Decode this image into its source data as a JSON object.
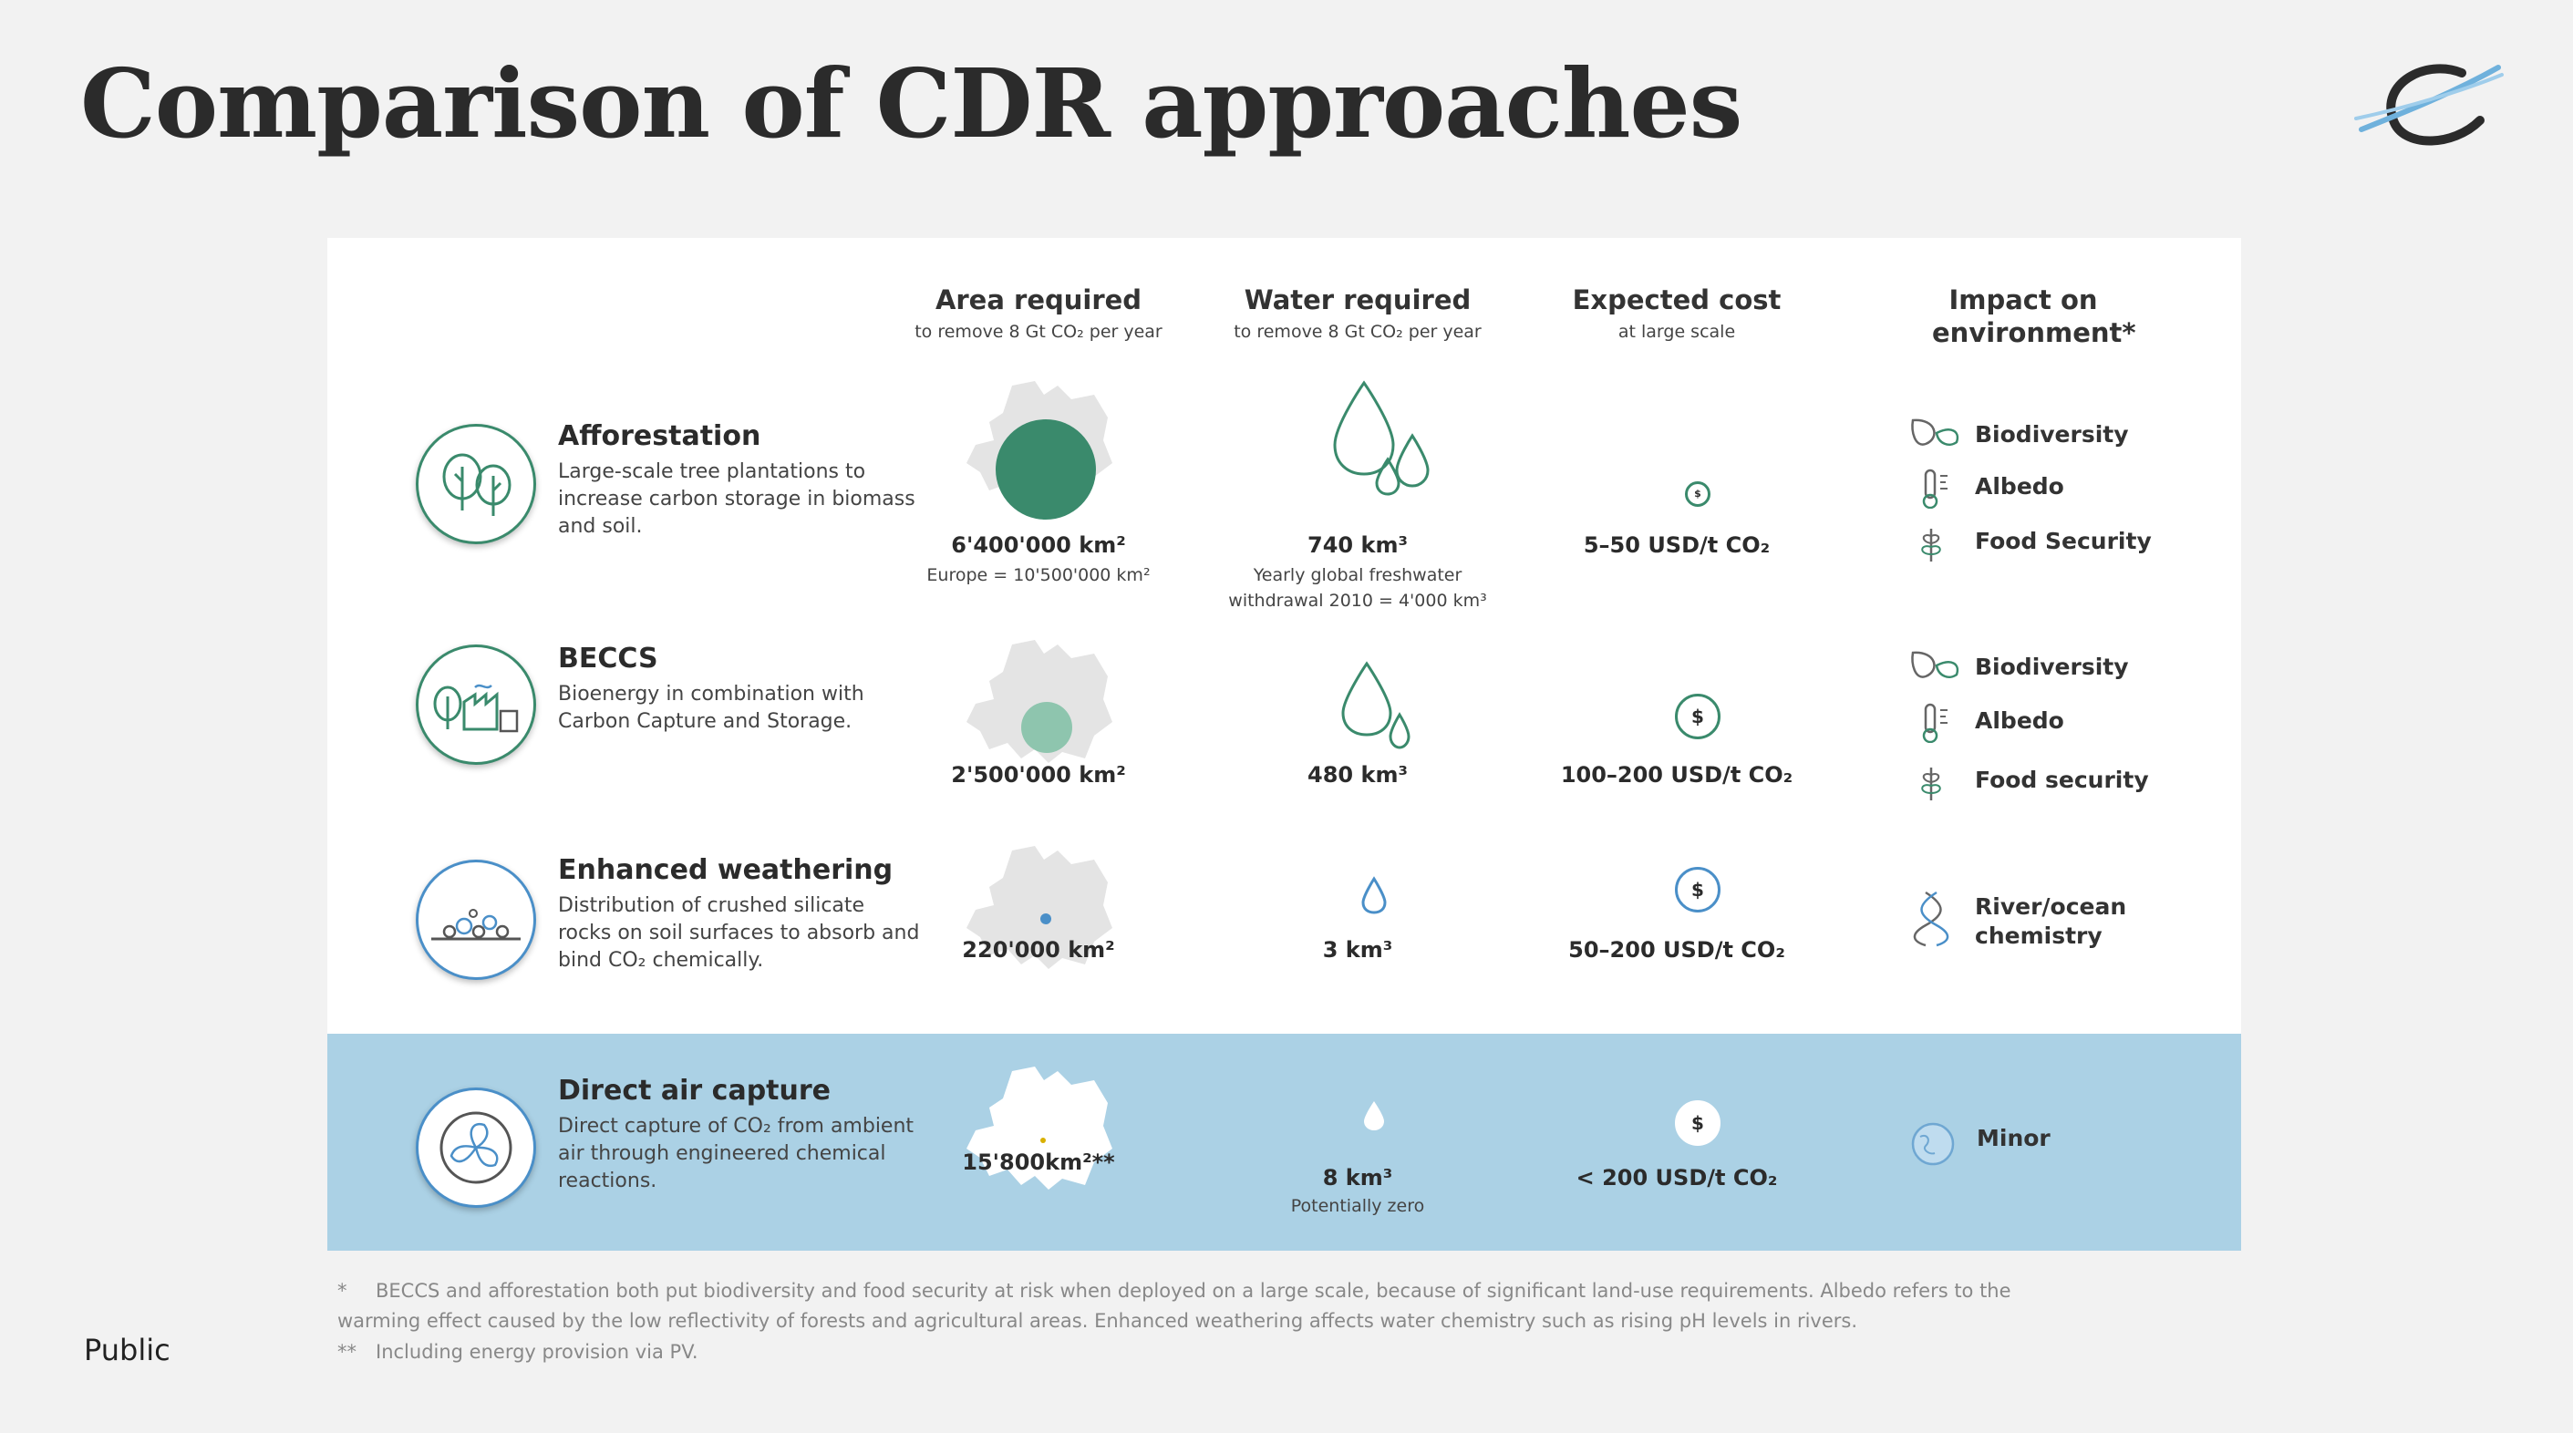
{
  "title": "Comparison of CDR approaches",
  "columns": [
    {
      "heading": "Area required",
      "sub": "to remove 8 Gt CO₂ per year"
    },
    {
      "heading": "Water required",
      "sub": "to remove 8 Gt CO₂ per year"
    },
    {
      "heading": "Expected cost",
      "sub": "at large scale"
    },
    {
      "heading": "Impact on environment*",
      "sub": ""
    }
  ],
  "rows": [
    {
      "name": "Afforestation",
      "description": "Large-scale tree plantations to increase carbon storage in biomass and soil.",
      "area": "6'400'000 km²",
      "area_note": "Europe = 10'500'000 km²",
      "water": "740 km³",
      "water_note": "Yearly global freshwater withdrawal 2010 = 4'000 km³",
      "cost": "5–50 USD/t CO₂",
      "impacts": [
        "Biodiversity",
        "Albedo",
        "Food Security"
      ]
    },
    {
      "name": "BECCS",
      "description": "Bioenergy in combination with Carbon Capture and Storage.",
      "area": "2'500'000 km²",
      "water": "480 km³",
      "cost": "100–200 USD/t CO₂",
      "impacts": [
        "Biodiversity",
        "Albedo",
        "Food security"
      ]
    },
    {
      "name": "Enhanced weathering",
      "description": "Distribution of crushed silicate rocks on soil surfaces to absorb and bind CO₂ chemically.",
      "area": "220'000 km²",
      "water": "3 km³",
      "cost": "50–200 USD/t CO₂",
      "impacts": [
        "River/ocean chemistry"
      ]
    },
    {
      "name": "Direct air capture",
      "description": "Direct capture of CO₂ from ambient air through engineered chemical reactions.",
      "area": "15'800km²**",
      "water": "8 km³",
      "water_note": "Potentially zero",
      "cost": "< 200 USD/t CO₂",
      "impacts": [
        "Minor"
      ]
    }
  ],
  "coin_symbol": "$",
  "footnotes": [
    {
      "mark": "*",
      "text": "BECCS and afforestation both put biodiversity and food security at risk when deployed on a large scale, because of significant land-use requirements. Albedo refers to the warming effect caused by the low reflectivity of forests and agricultural areas. Enhanced weathering affects water chemistry such as rising pH levels in rivers."
    },
    {
      "mark": "**",
      "text": "Including energy provision via PV."
    }
  ],
  "classification": "Public",
  "colors": {
    "green": "#3a8a6c",
    "green_light": "#8ec5ae",
    "blue": "#4a8fc8",
    "dac_band": "#abd1e5",
    "map_grey": "#e4e4e4"
  }
}
